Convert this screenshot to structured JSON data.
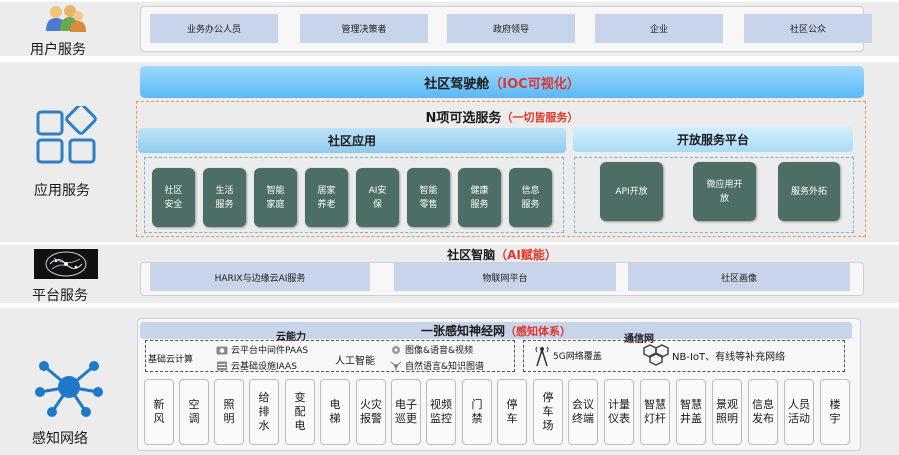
{
  "layers": {
    "user": "用户服务",
    "app": "应用服务",
    "platform": "平台服务",
    "sensing": "感知网络"
  },
  "user_services": [
    "业务办公人员",
    "管理决策者",
    "政府领导",
    "企业",
    "社区公众"
  ],
  "ioc": {
    "title": "社区驾驶舱",
    "highlight": "（IOC可视化）"
  },
  "n_services": {
    "title": "N项可选服务",
    "highlight": "（一切皆服务）"
  },
  "community_apps": {
    "title": "社区应用",
    "items": [
      "社区安全",
      "生活服务",
      "智能家庭",
      "居家养老",
      "AI安保",
      "智能零售",
      "健康服务",
      "信息服务"
    ]
  },
  "open_platform": {
    "title": "开放服务平台",
    "items": [
      "API开放",
      "微应用开放",
      "服务外拓"
    ]
  },
  "brain": {
    "title": "社区智脑",
    "highlight": "（AI赋能）",
    "items": [
      "HARIX与边缘云AI服务",
      "物联网平台",
      "社区画像"
    ]
  },
  "nerve": {
    "title": "一张感知神经网",
    "highlight": "（感知体系）",
    "ability_label": "云能力",
    "comm_label": "通信网",
    "cloud_compute": "基础云计算",
    "paas": "云平台中间件PAAS",
    "iaas": "云基础设施IAAS",
    "ai": "人工智能",
    "vision": "图像&语音&视频",
    "nlp": "自然语言&知识图谱",
    "fiveg": "5G网络覆盖",
    "nbiot": "NB-IoT、有线等补充网络"
  },
  "devices": [
    "新风",
    "空调",
    "照明",
    "给排水",
    "变配电",
    "电梯",
    "火灾报警",
    "电子巡更",
    "视频监控",
    "门禁",
    "停车",
    "停车场",
    "会议终端",
    "计量仪表",
    "智慧灯杆",
    "智慧井盖",
    "景观照明",
    "信息发布",
    "人员活动",
    "楼宇"
  ],
  "colors": {
    "band": "#ececec",
    "pill": "#c7d4ea",
    "tile": "#4c6e66",
    "accent_red": "#e0362c",
    "ioc_blue": "#5ab9f5"
  }
}
